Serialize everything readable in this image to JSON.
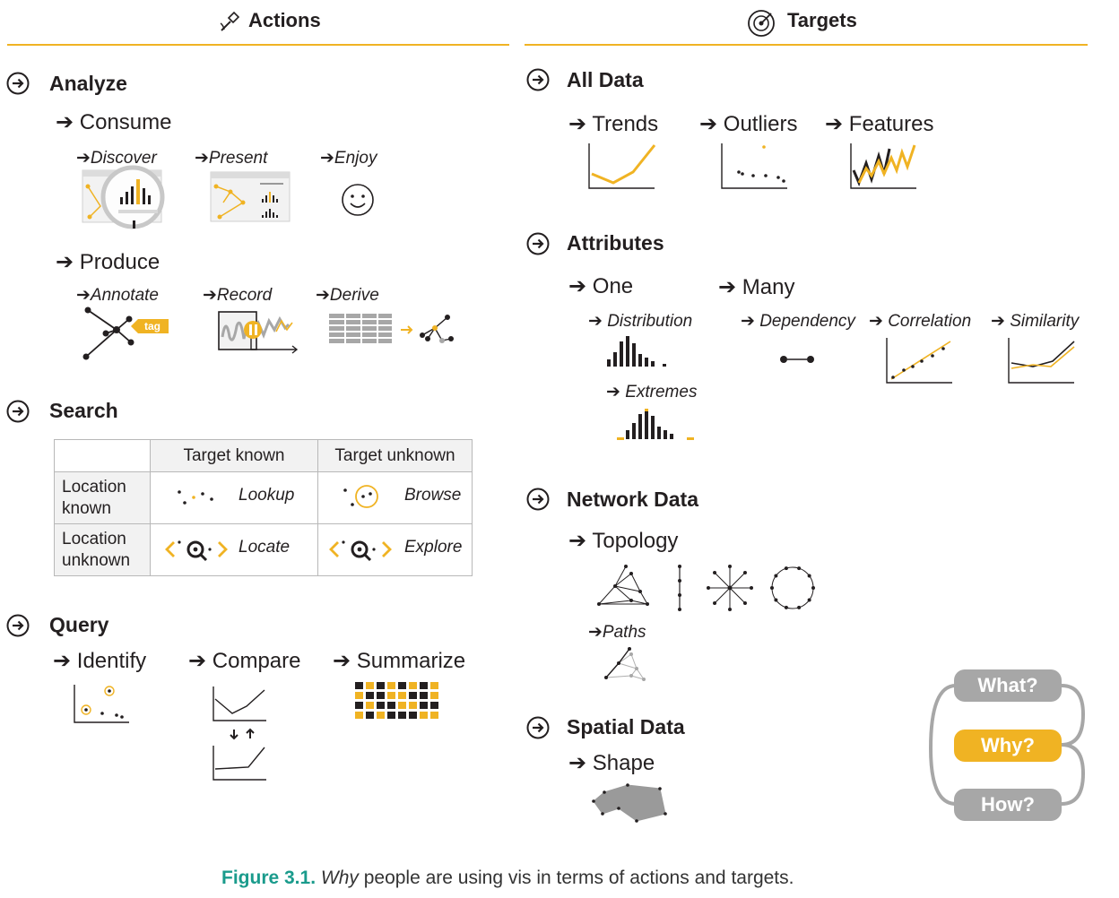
{
  "actions": {
    "header": "Actions",
    "icon": "hammer-icon",
    "analyze": {
      "title": "Analyze",
      "consume": {
        "label": "Consume",
        "items": [
          "Discover",
          "Present",
          "Enjoy"
        ]
      },
      "produce": {
        "label": "Produce",
        "items": [
          "Annotate",
          "Record",
          "Derive"
        ],
        "tag_label": "tag"
      }
    },
    "search": {
      "title": "Search",
      "col_headers": [
        "Target known",
        "Target unknown"
      ],
      "row_headers": [
        "Location known",
        "Location unknown"
      ],
      "cells": [
        [
          "Lookup",
          "Browse"
        ],
        [
          "Locate",
          "Explore"
        ]
      ]
    },
    "query": {
      "title": "Query",
      "items": [
        "Identify",
        "Compare",
        "Summarize"
      ]
    }
  },
  "targets": {
    "header": "Targets",
    "icon": "target-icon",
    "all_data": {
      "title": "All Data",
      "items": [
        "Trends",
        "Outliers",
        "Features"
      ]
    },
    "attributes": {
      "title": "Attributes",
      "one": {
        "label": "One",
        "items": [
          "Distribution",
          "Extremes"
        ]
      },
      "many": {
        "label": "Many",
        "items": [
          "Dependency",
          "Correlation",
          "Similarity"
        ]
      }
    },
    "network": {
      "title": "Network Data",
      "topology": "Topology",
      "paths": "Paths"
    },
    "spatial": {
      "title": "Spatial Data",
      "shape": "Shape"
    }
  },
  "pills": {
    "what": "What?",
    "why": "Why?",
    "how": "How?"
  },
  "caption": {
    "label": "Figure 3.1.",
    "emph": "Why",
    "text": "people are using vis in terms of actions and targets."
  },
  "colors": {
    "accent": "#f0b323",
    "gray": "#a7a7a7",
    "dark": "#231f20"
  }
}
